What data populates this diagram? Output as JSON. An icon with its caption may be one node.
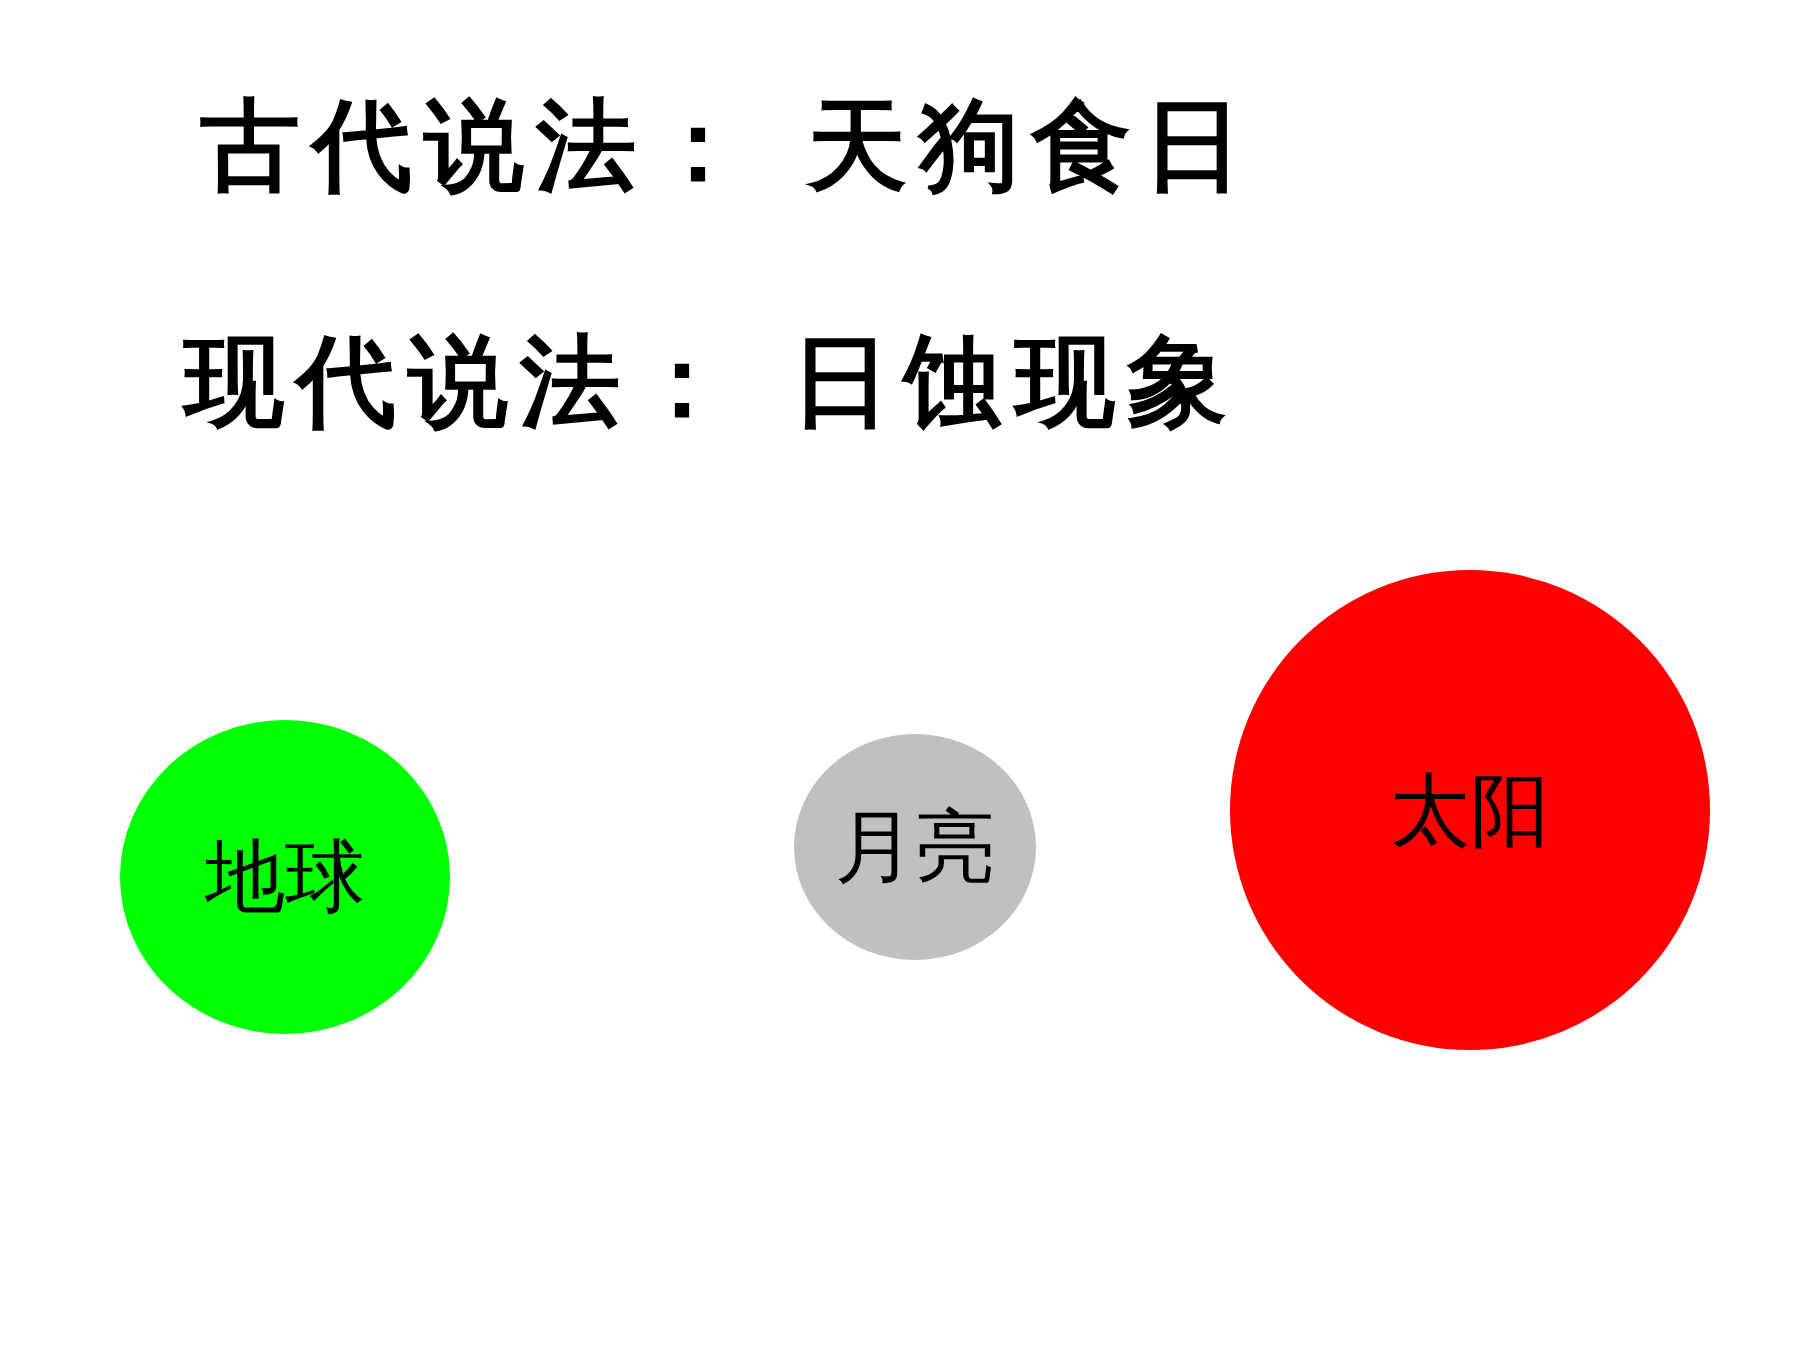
{
  "diagram": {
    "nodes": [
      {
        "text": [
          "地球"
        ]
      },
      {
        "text": [
          "月亮"
        ]
      },
      {
        "text": [
          "太阳"
        ]
      }
    ],
    "labels": [
      "古代说法： 天狗食日",
      "现代说法： 日蚀现象"
    ]
  }
}
